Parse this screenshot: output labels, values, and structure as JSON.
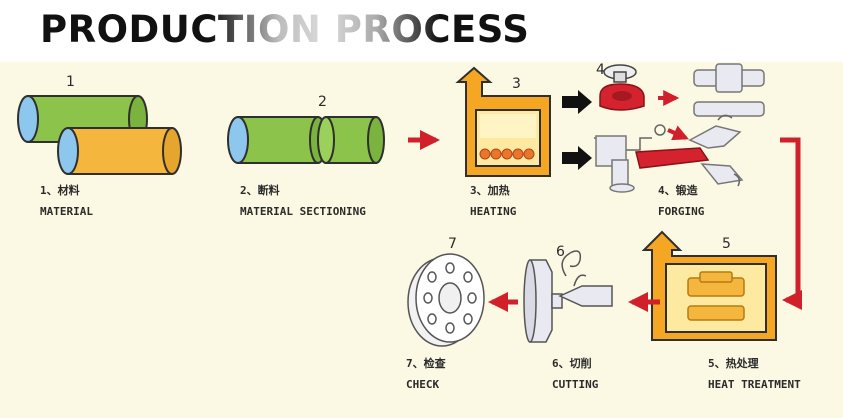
{
  "title": "PRODUCTION PROCESS",
  "steps": [
    {
      "number": "1",
      "cn": "1、材料",
      "en": "MATERIAL"
    },
    {
      "number": "2",
      "cn": "2、断料",
      "en": "MATERIAL SECTIONING"
    },
    {
      "number": "3",
      "cn": "3、加热",
      "en": "HEATING"
    },
    {
      "number": "4",
      "cn": "4、锻造",
      "en": "FORGING"
    },
    {
      "number": "5",
      "cn": "5、热处理",
      "en": "HEAT TREATMENT"
    },
    {
      "number": "6",
      "cn": "6、切削",
      "en": "CUTTING"
    },
    {
      "number": "7",
      "cn": "7、检查",
      "en": "CHECK"
    }
  ],
  "colors": {
    "title": "#111111",
    "background": "#fbf8e4",
    "flow_arrow": "#d0202a",
    "black_arrow": "#111111",
    "material_green": "#8cc34a",
    "material_orange": "#f5b63d",
    "material_end": "#8ec7ee",
    "furnace_orange": "#f5a623",
    "furnace_inner": "#fde9a0",
    "forging_red": "#d4232f",
    "die_gray": "#e9e9f1"
  },
  "icons": [
    "material-bars-icon",
    "sectioned-bar-icon",
    "furnace-icon",
    "forging-die-icon",
    "heat-treatment-furnace-icon",
    "lathe-cutting-icon",
    "flange-inspection-icon"
  ]
}
